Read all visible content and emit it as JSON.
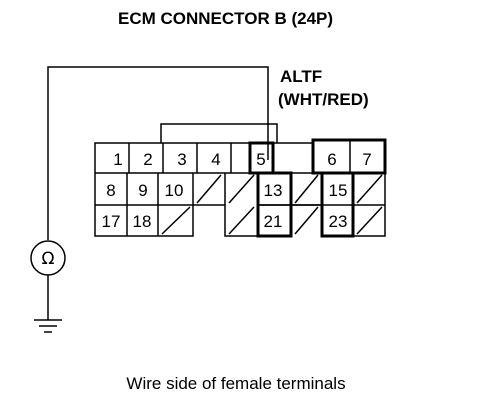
{
  "title": "ECM CONNECTOR B (24P)",
  "wire_label": {
    "line1": "ALTF",
    "line2": "(WHT/RED)"
  },
  "ohmmeter_symbol": "Ω",
  "caption": "Wire side of female terminals",
  "terminals": {
    "t1": "1",
    "t2": "2",
    "t3": "3",
    "t4": "4",
    "t5": "5",
    "t6": "6",
    "t7": "7",
    "t8": "8",
    "t9": "9",
    "t10": "10",
    "t13": "13",
    "t15": "15",
    "t17": "17",
    "t18": "18",
    "t21": "21",
    "t23": "23"
  },
  "highlighted_terminals": [
    "5",
    "13",
    "21",
    "6",
    "7",
    "15",
    "23"
  ]
}
